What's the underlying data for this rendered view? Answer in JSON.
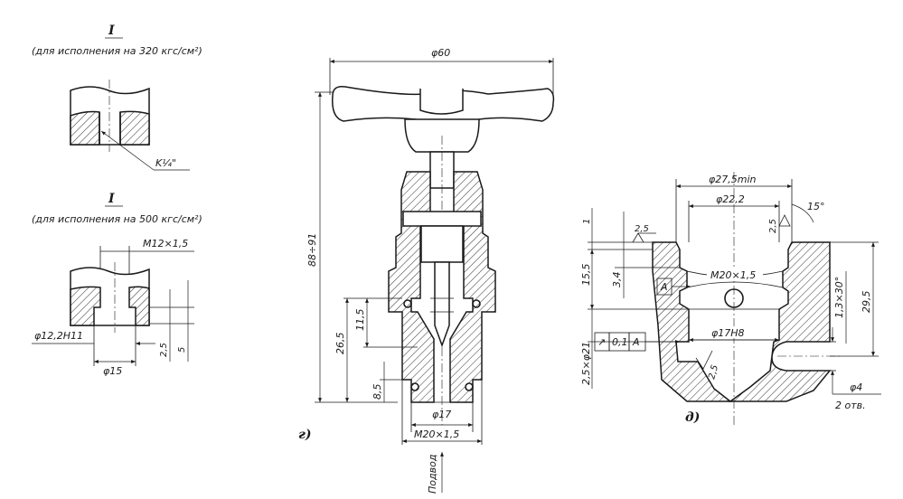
{
  "colors": {
    "ink": "#1a1a1a",
    "paper": "#ffffff"
  },
  "view_i_320": {
    "roman": "I",
    "caption": "(для исполнения на 320 кгс/см²)",
    "thread": "K¼\""
  },
  "view_i_500": {
    "roman": "I",
    "caption": "(для исполнения на 500 кгс/см²)",
    "thread": "M12×1,5",
    "dia_bore": "φ12,2H11",
    "dia_small": "φ15",
    "dim_a": "2,5",
    "dim_b": "5"
  },
  "view_g": {
    "letter": "г)",
    "dia_handwheel": "φ60",
    "height": "88÷91",
    "dim_26_5": "26,5",
    "dim_11_5": "11,5",
    "dim_8_5": "8,5",
    "dia_17": "φ17",
    "thread": "M20×1,5",
    "inlet": "Подвод"
  },
  "view_d": {
    "letter": "д)",
    "dia_27_5": "φ27,5min",
    "dia_22_2": "φ22,2",
    "angle": "15°",
    "rough_2_5_top": "2,5",
    "rough_2_5_right": "2,5",
    "dim_1": "1",
    "dim_15_5": "15,5",
    "dim_3_4": "3,4",
    "datum": "A",
    "thread": "M20×1,5",
    "chamfer": "1,3×30°",
    "dim_29_5": "29,5",
    "dia_17h8": "φ17H8",
    "tol_symbol": "↗",
    "tol_value": "0,1",
    "tol_datum": "A",
    "dim_2_5x21": "2,5×φ21",
    "rough_2_5_bottom": "2,5",
    "dia_4": "φ4",
    "holes": "2 отв."
  }
}
